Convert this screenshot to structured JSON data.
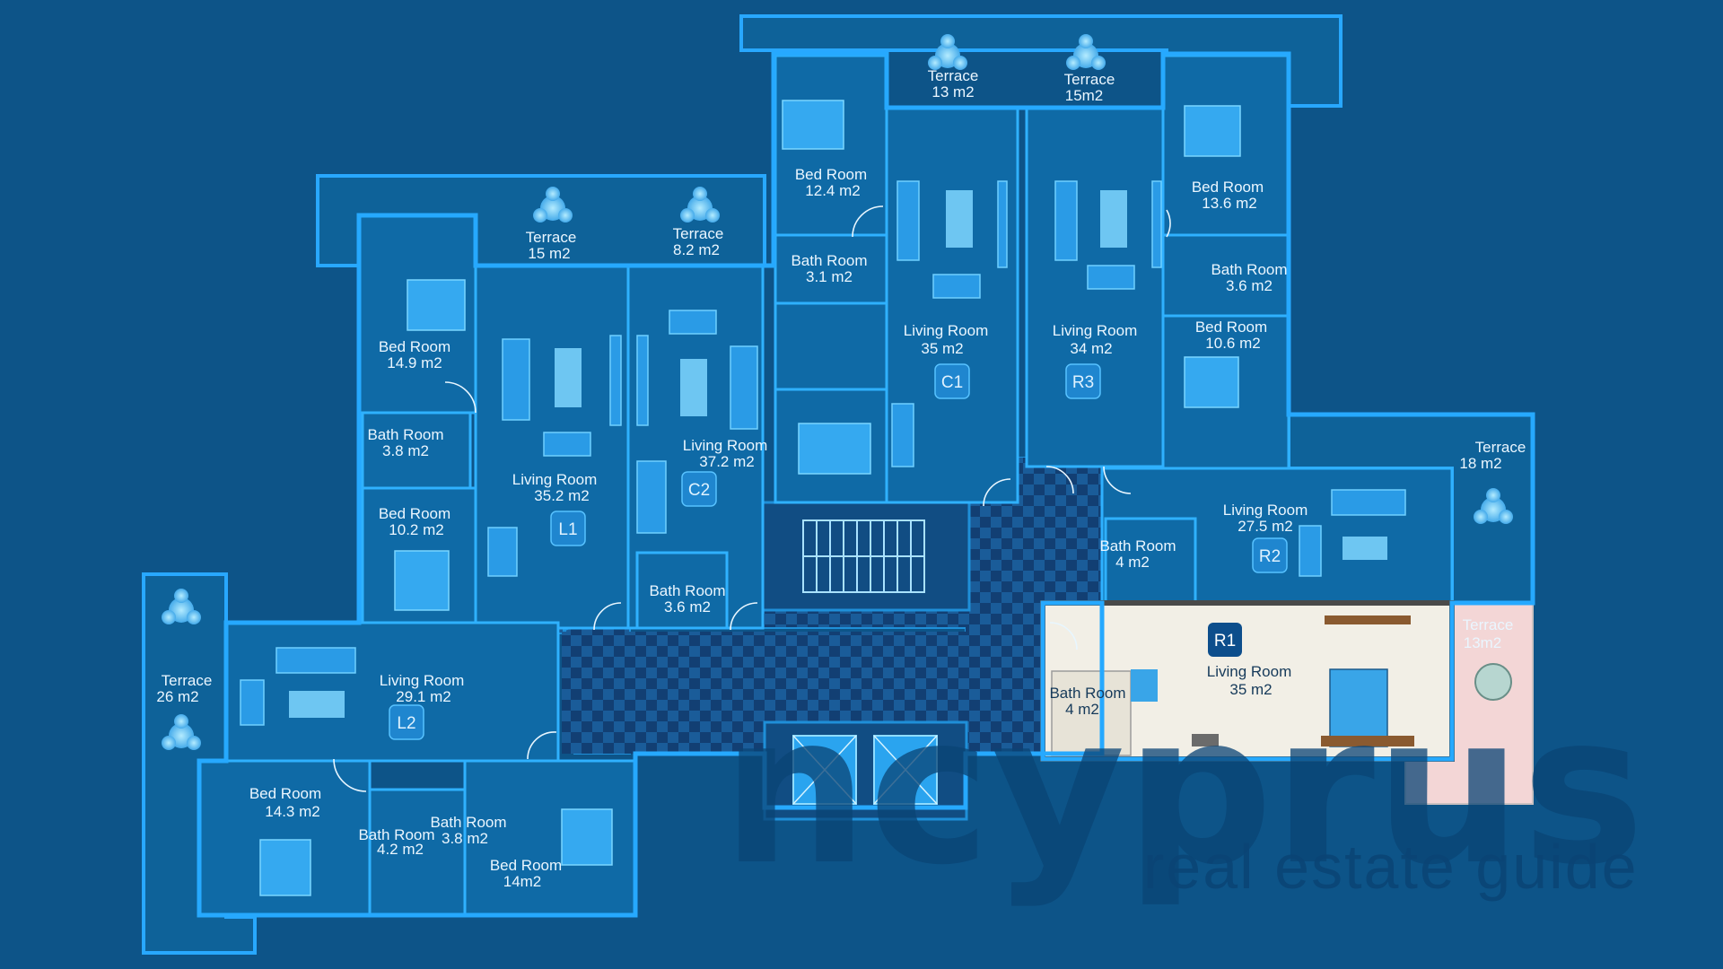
{
  "rooms": {
    "top_terrace_a": {
      "name": "Terrace",
      "area": "13 m2"
    },
    "top_terrace_b": {
      "name": "Terrace",
      "area": "15m2"
    },
    "c1_bed": {
      "name": "Bed Room",
      "area": "12.4 m2"
    },
    "c1_bath": {
      "name": "Bath Room",
      "area": "3.1 m2"
    },
    "c1_living": {
      "name": "Living Room",
      "area": "35  m2"
    },
    "r3_living": {
      "name": "Living Room",
      "area": "34  m2"
    },
    "r3_bed_a": {
      "name": "Bed Room",
      "area": "13.6 m2"
    },
    "r3_bath": {
      "name": "Bath Room",
      "area": "3.6 m2"
    },
    "r3_bed_b": {
      "name": "Bed Room",
      "area": "10.6 m2"
    },
    "l1_terrace": {
      "name": "Terrace",
      "area": "15 m2"
    },
    "c2_terrace": {
      "name": "Terrace",
      "area": "8.2 m2"
    },
    "l1_bed_a": {
      "name": "Bed Room",
      "area": "14.9 m2"
    },
    "l1_bath": {
      "name": "Bath Room",
      "area": "3.8 m2"
    },
    "l1_living": {
      "name": "Living Room",
      "area": "35.2 m2"
    },
    "l1_bed_b": {
      "name": "Bed Room",
      "area": "10.2 m2"
    },
    "c2_living": {
      "name": "Living Room",
      "area": "37.2 m2"
    },
    "c2_bath": {
      "name": "Bath Room",
      "area": "3.6 m2"
    },
    "r2_terrace": {
      "name": "Terrace",
      "area": "18 m2"
    },
    "r2_living": {
      "name": "Living Room",
      "area": "27.5 m2"
    },
    "r2_bath": {
      "name": "Bath Room",
      "area": "4 m2"
    },
    "r1_terrace": {
      "name": "Terrace",
      "area": "13m2"
    },
    "r1_living": {
      "name": "Living Room",
      "area": "35  m2"
    },
    "r1_bath": {
      "name": "Bath Room",
      "area": "4 m2"
    },
    "l2_terrace": {
      "name": "Terrace",
      "area": "26 m2"
    },
    "l2_living": {
      "name": "Living Room",
      "area": "29.1 m2"
    },
    "l2_bed_a": {
      "name": "Bed Room",
      "area": "14.3 m2"
    },
    "l2_bath_a": {
      "name": "Bath Room",
      "area": "4.2 m2"
    },
    "l2_bath_b": {
      "name": "Bath Room",
      "area": "3.8 m2"
    },
    "l2_bed_b": {
      "name": "Bed Room",
      "area": "14m2"
    }
  },
  "units": {
    "c1": "C1",
    "r3": "R3",
    "l1": "L1",
    "c2": "C2",
    "r2": "R2",
    "r1": "R1",
    "l2": "L2"
  },
  "watermark": {
    "logo": "ncyprus",
    "tagline": "real estate guide"
  },
  "colors": {
    "background": "#0d5488",
    "wall": "#26a9ff",
    "highlight_unit": "#f2efe6",
    "highlight_terrace": "#f3d6d6"
  }
}
